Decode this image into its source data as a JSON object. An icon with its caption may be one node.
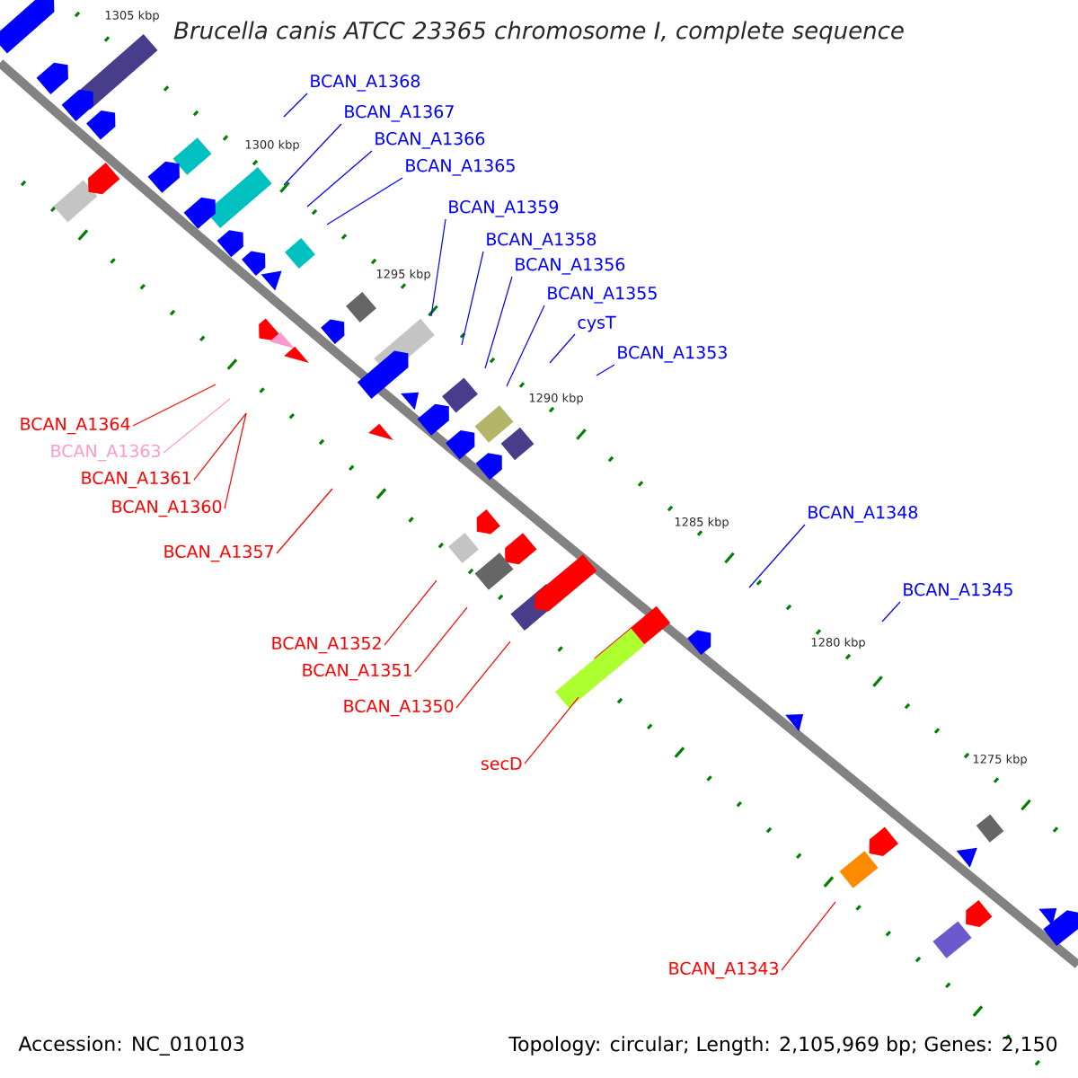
{
  "diagram": {
    "title": "Brucella canis ATCC 23365 chromosome I, complete sequence",
    "nodes": [
      {
        "text": [
          "BCAN_A1368"
        ]
      },
      {
        "text": [
          "BCAN_A1367"
        ]
      },
      {
        "text": [
          "BCAN_A1366"
        ]
      },
      {
        "text": [
          "BCAN_A1365"
        ]
      },
      {
        "text": [
          "BCAN_A1359"
        ]
      },
      {
        "text": [
          "BCAN_A1358"
        ]
      },
      {
        "text": [
          "BCAN_A1356"
        ]
      },
      {
        "text": [
          "BCAN_A1355"
        ]
      },
      {
        "text": [
          "cysT"
        ]
      },
      {
        "text": [
          "BCAN_A1353"
        ]
      },
      {
        "text": [
          "BCAN_A1364"
        ]
      },
      {
        "text": [
          "BCAN_A1363"
        ]
      },
      {
        "text": [
          "BCAN_A1361"
        ]
      },
      {
        "text": [
          "BCAN_A1360"
        ]
      },
      {
        "text": [
          "BCAN_A1357"
        ]
      },
      {
        "text": [
          "BCAN_A1348"
        ]
      },
      {
        "text": [
          "BCAN_A1345"
        ]
      },
      {
        "text": [
          "BCAN_A1352"
        ]
      },
      {
        "text": [
          "BCAN_A1351"
        ]
      },
      {
        "text": [
          "BCAN_A1350"
        ]
      },
      {
        "text": [
          "secD"
        ]
      },
      {
        "text": [
          "BCAN_A1343"
        ]
      }
    ],
    "edges": [
      {
        "from": 0,
        "to": null,
        "arrow": "none"
      },
      {
        "from": 1,
        "to": null,
        "arrow": "none"
      },
      {
        "from": 2,
        "to": null,
        "arrow": "none"
      },
      {
        "from": 3,
        "to": null,
        "arrow": "none"
      },
      {
        "from": 4,
        "to": null,
        "arrow": "none"
      },
      {
        "from": 5,
        "to": null,
        "arrow": "none"
      },
      {
        "from": 6,
        "to": null,
        "arrow": "none"
      },
      {
        "from": 7,
        "to": null,
        "arrow": "none"
      },
      {
        "from": 8,
        "to": null,
        "arrow": "none"
      },
      {
        "from": 9,
        "to": null,
        "arrow": "none"
      },
      {
        "from": 10,
        "to": null,
        "arrow": "none",
        "color": "#ff0000"
      },
      {
        "from": 11,
        "to": null,
        "arrow": "none",
        "color": "#ff99cc"
      },
      {
        "from": 12,
        "to": null,
        "arrow": "none",
        "color": "#ff0000"
      },
      {
        "from": 13,
        "to": null,
        "arrow": "none",
        "color": "#ff0000"
      },
      {
        "from": 14,
        "to": null,
        "arrow": "none",
        "color": "#ff0000"
      },
      {
        "from": 15,
        "to": null,
        "arrow": "none"
      },
      {
        "from": 16,
        "to": null,
        "arrow": "none"
      },
      {
        "from": 17,
        "to": null,
        "arrow": "none",
        "color": "#ff0000"
      },
      {
        "from": 18,
        "to": null,
        "arrow": "none",
        "color": "#ff0000"
      },
      {
        "from": 19,
        "to": null,
        "arrow": "none",
        "color": "#ff0000"
      },
      {
        "from": 20,
        "to": null,
        "arrow": "none",
        "color": "#ff0000"
      },
      {
        "from": 21,
        "to": null,
        "arrow": "none",
        "color": "#ff0000"
      }
    ],
    "labels": [
      "1305 kbp",
      "1300 kbp",
      "1295 kbp",
      "1290 kbp",
      "1285 kbp",
      "1280 kbp",
      "1275 kbp",
      "Accession: NC_010103",
      "Topology: circular; Length: 2,105,969 bp; Genes: 2,150"
    ]
  }
}
